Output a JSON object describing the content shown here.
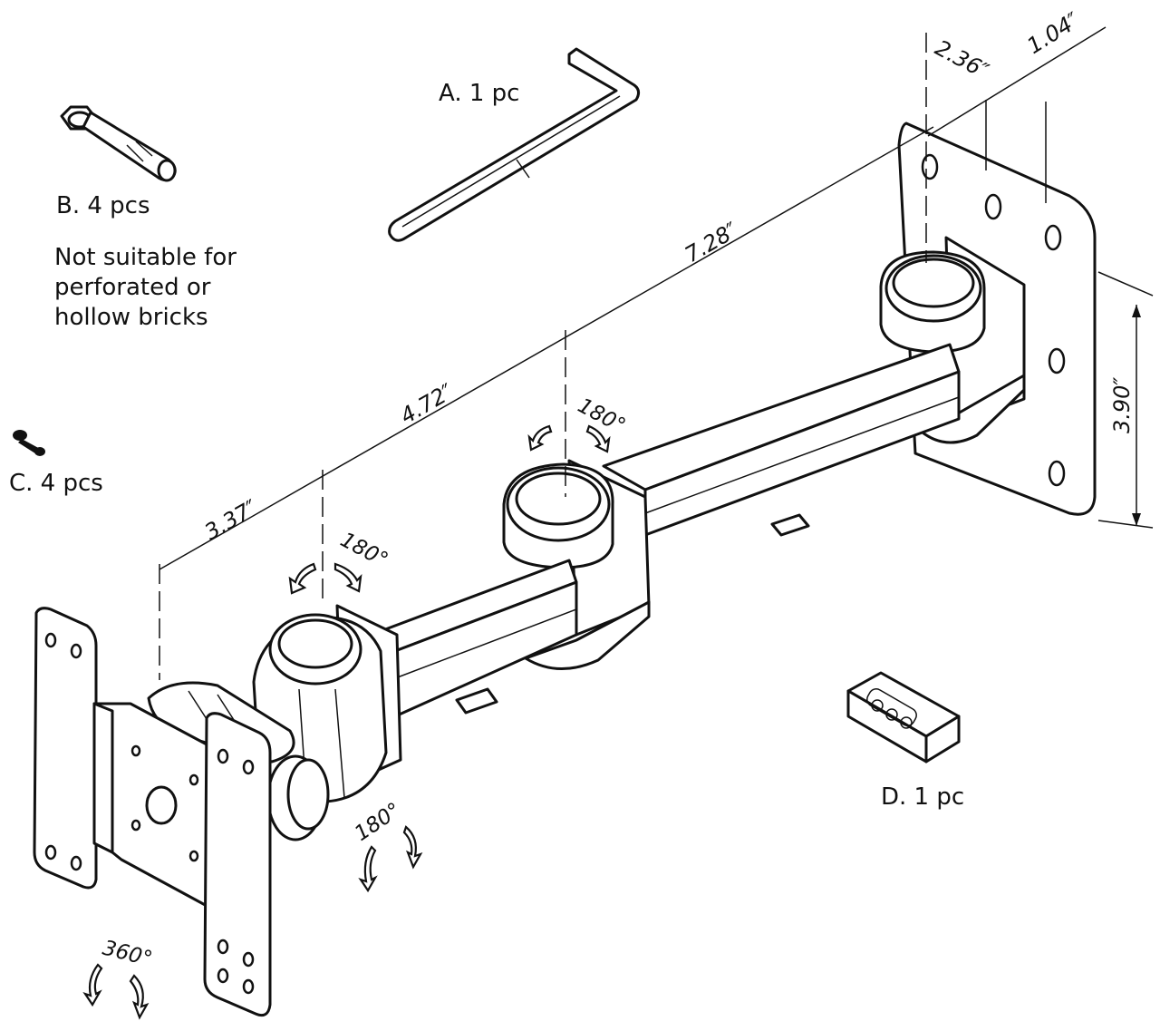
{
  "parts": {
    "a": "A. 1 pc",
    "b": "B. 4 pcs",
    "c": "C. 4 pcs",
    "d": "D. 1 pc"
  },
  "note": {
    "line1": "Not suitable for",
    "line2": "perforated or",
    "line3": "hollow bricks"
  },
  "dimensions": {
    "wall_plate_depth": "2.36″",
    "wall_plate_offset": "1.04″",
    "arm_length_long": "7.28″",
    "arm_length_mid": "4.72″",
    "arm_length_short": "3.37″",
    "plate_height": "3.90″"
  },
  "rotations": {
    "middle_joint": "180°",
    "front_joint": "180°",
    "tilt": "180°",
    "swivel": "360°"
  }
}
